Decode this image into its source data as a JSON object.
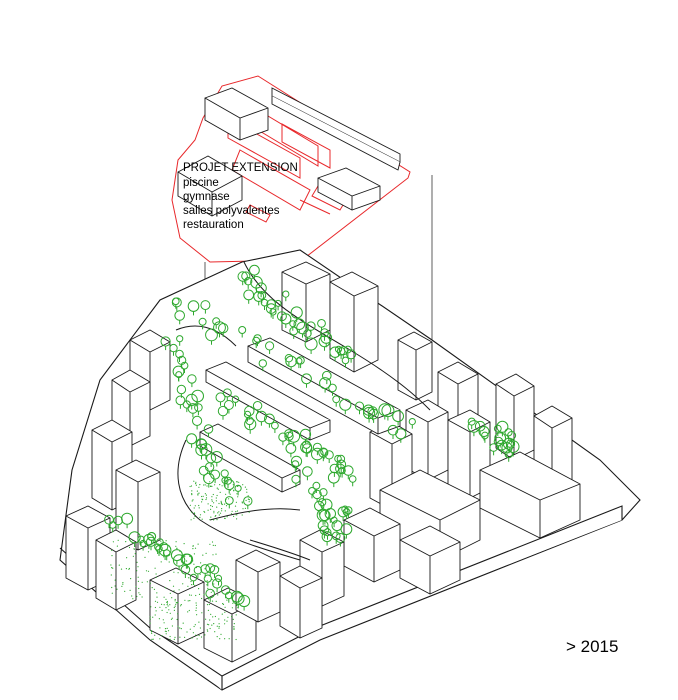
{
  "annotation": {
    "title": "PROJET EXTENSION",
    "items": [
      "piscine",
      "gymnase",
      "salles polyvalentes",
      "restauration"
    ]
  },
  "date_label": "> 2015",
  "colors": {
    "extension_outline": "#e8282b",
    "vegetation": "#2ea82e",
    "linework": "#1a1a1a",
    "background": "#ffffff"
  }
}
